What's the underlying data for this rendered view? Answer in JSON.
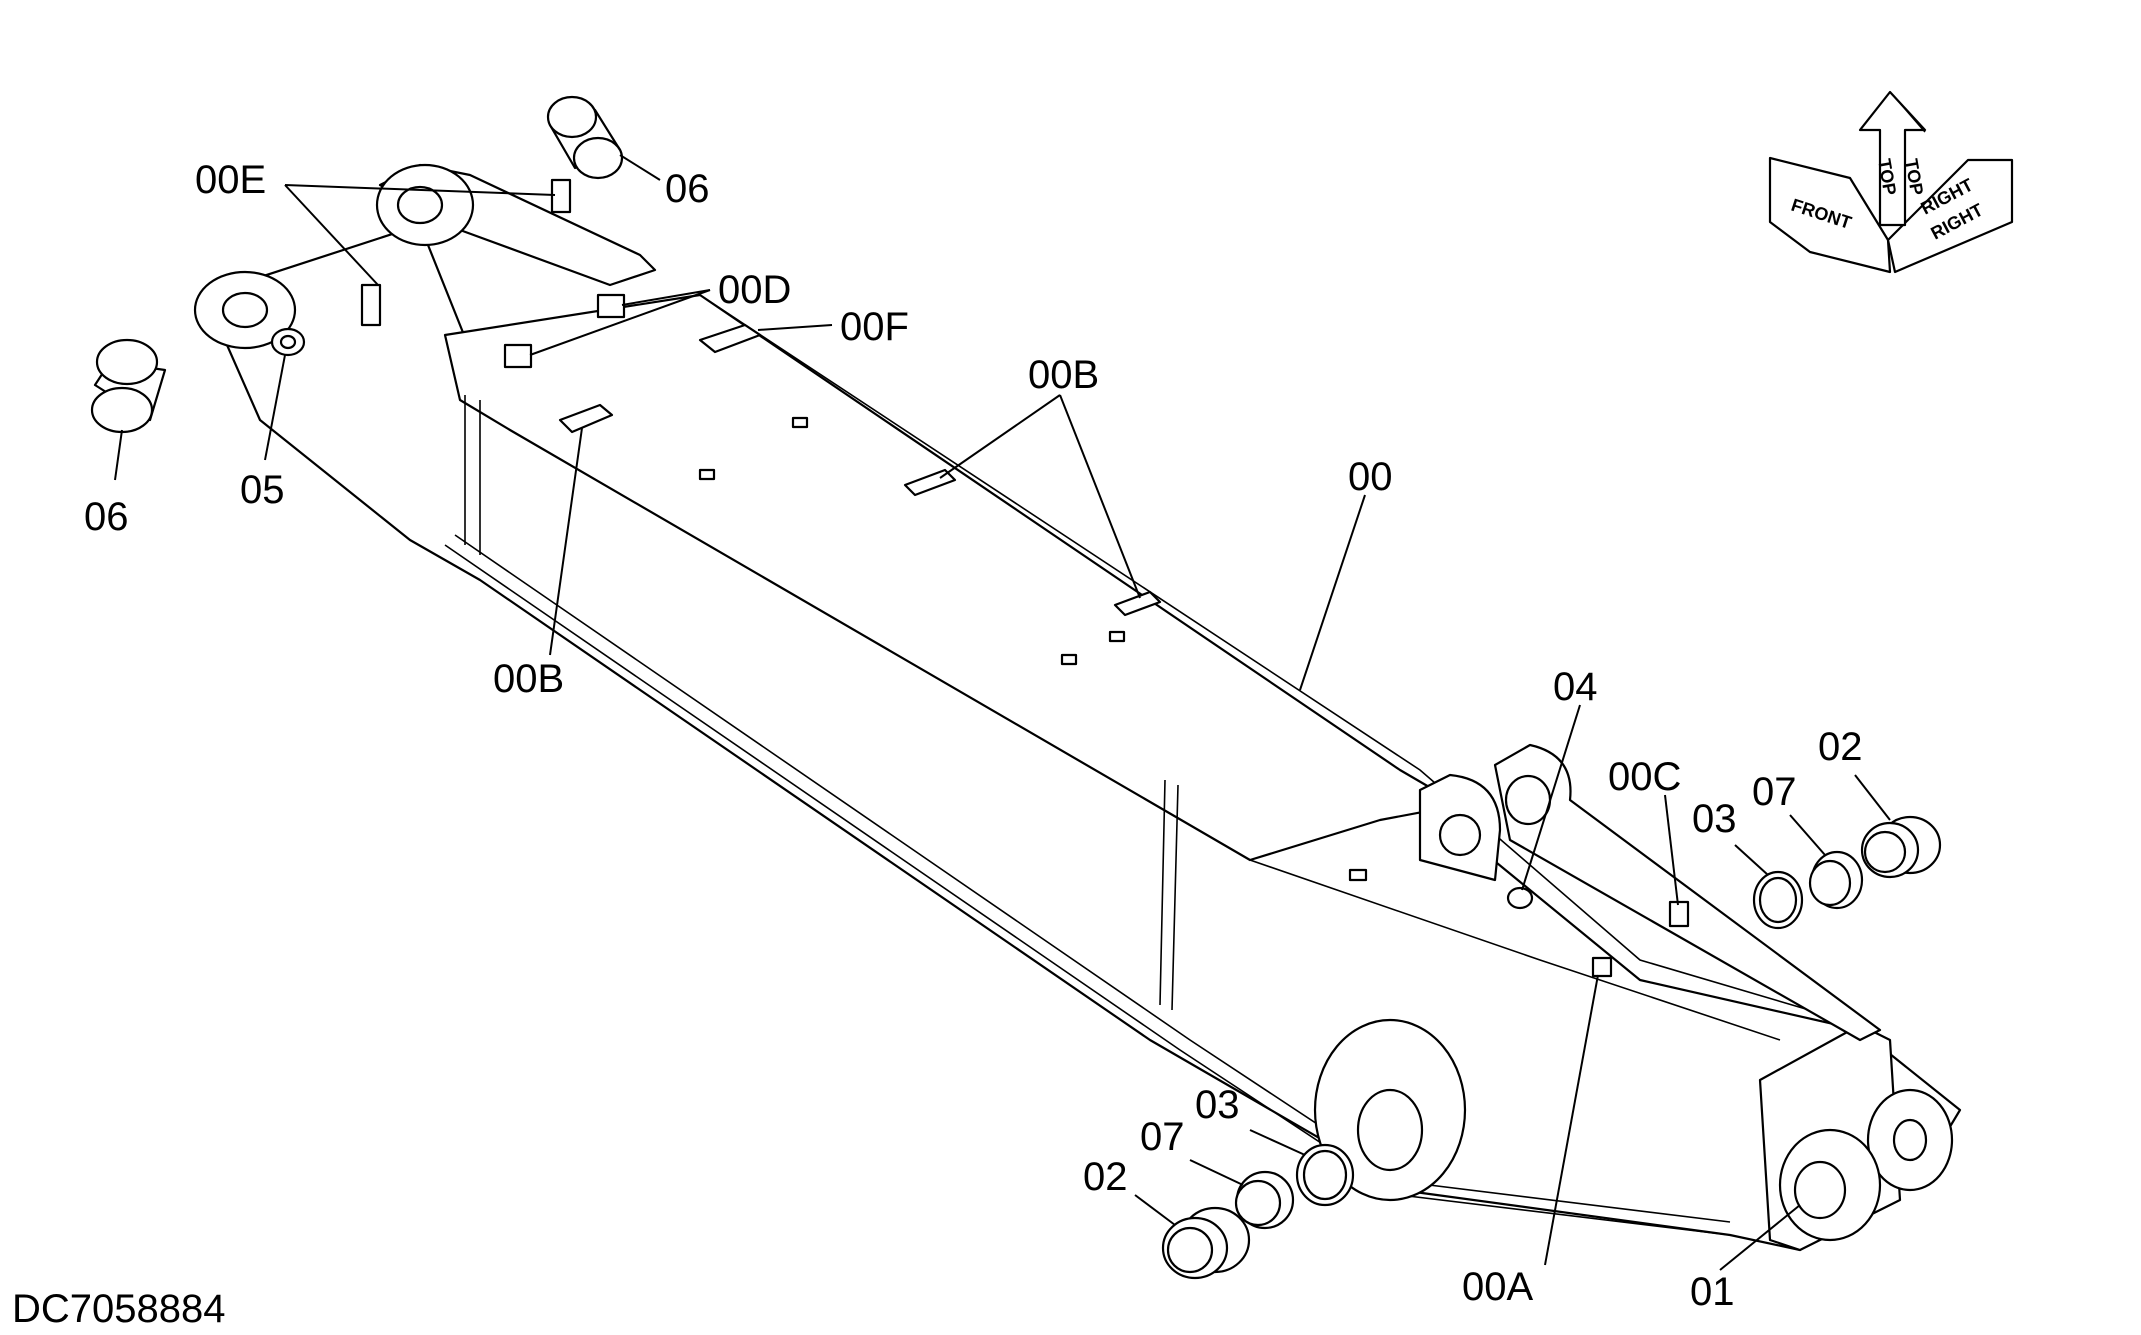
{
  "drawing_number": "DC7058884",
  "orientation": {
    "front": "FRONT",
    "top1": "TOP",
    "top2": "TOP",
    "right1": "RIGHT",
    "right2": "RIGHT"
  },
  "callouts": {
    "c00": "00",
    "c00A": "00A",
    "c00B_top": "00B",
    "c00B_left": "00B",
    "c00C": "00C",
    "c00D": "00D",
    "c00E": "00E",
    "c00F": "00F",
    "c01": "01",
    "c02_right": "02",
    "c02_bottom": "02",
    "c03_right": "03",
    "c03_bottom": "03",
    "c04": "04",
    "c05": "05",
    "c06_top": "06",
    "c06_left": "06",
    "c07_right": "07",
    "c07_bottom": "07"
  }
}
